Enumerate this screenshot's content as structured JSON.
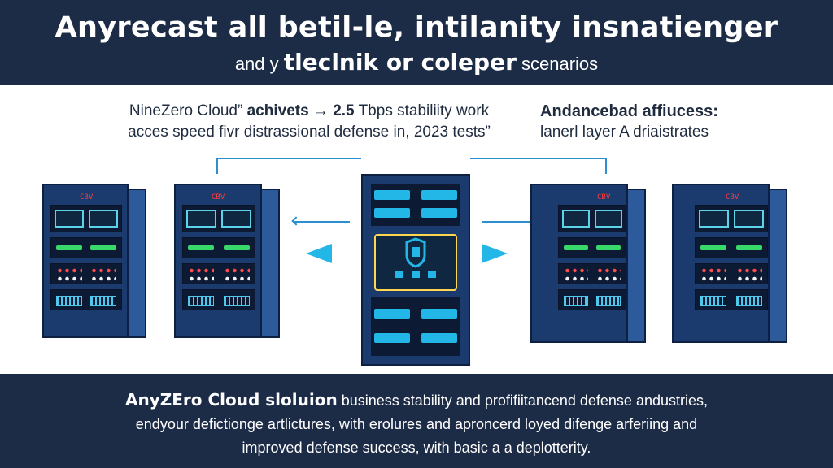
{
  "header": {
    "title": "Anyrecast all betil-le, intilanity insnatienger",
    "subtitle_pre": "and y",
    "subtitle_bold": "tleclnik or coleper",
    "subtitle_post": "scenarios"
  },
  "caption_left": {
    "line1_pre": "NineZero Cloud”",
    "line1_bold": "achivets → 2.5",
    "line1_post": "Tbps stabiliity work",
    "line2": "acces speed fivr distrassional defense in, 2023 tests”"
  },
  "caption_right": {
    "heading": "Andancebad affiucess:",
    "line2": "lanerl layer A driaistrates"
  },
  "diagram": {
    "rack_labels": [
      "CBV",
      "CBV",
      "CBV",
      "CBV"
    ],
    "colors": {
      "rack": "#1b3a6d",
      "accent": "#23b7e8",
      "connector": "#2d8fd0",
      "status_green": "#39d86b",
      "status_red": "#ff4d4d",
      "core_frame": "#ffd64d"
    },
    "icons": [
      "left-arrow-icon",
      "right-arrow-icon",
      "shield-icon"
    ]
  },
  "footer": {
    "line1_bold": "AnyZEro Cloud sloluion",
    "line1_rest": "business stability and profifiitancend defense andustries,",
    "line2": "endyour defictionge artlictures, with erolures and aproncerd loyed difenge arferiing and",
    "line3": "improved defense success, with basic a a deplotterity."
  }
}
